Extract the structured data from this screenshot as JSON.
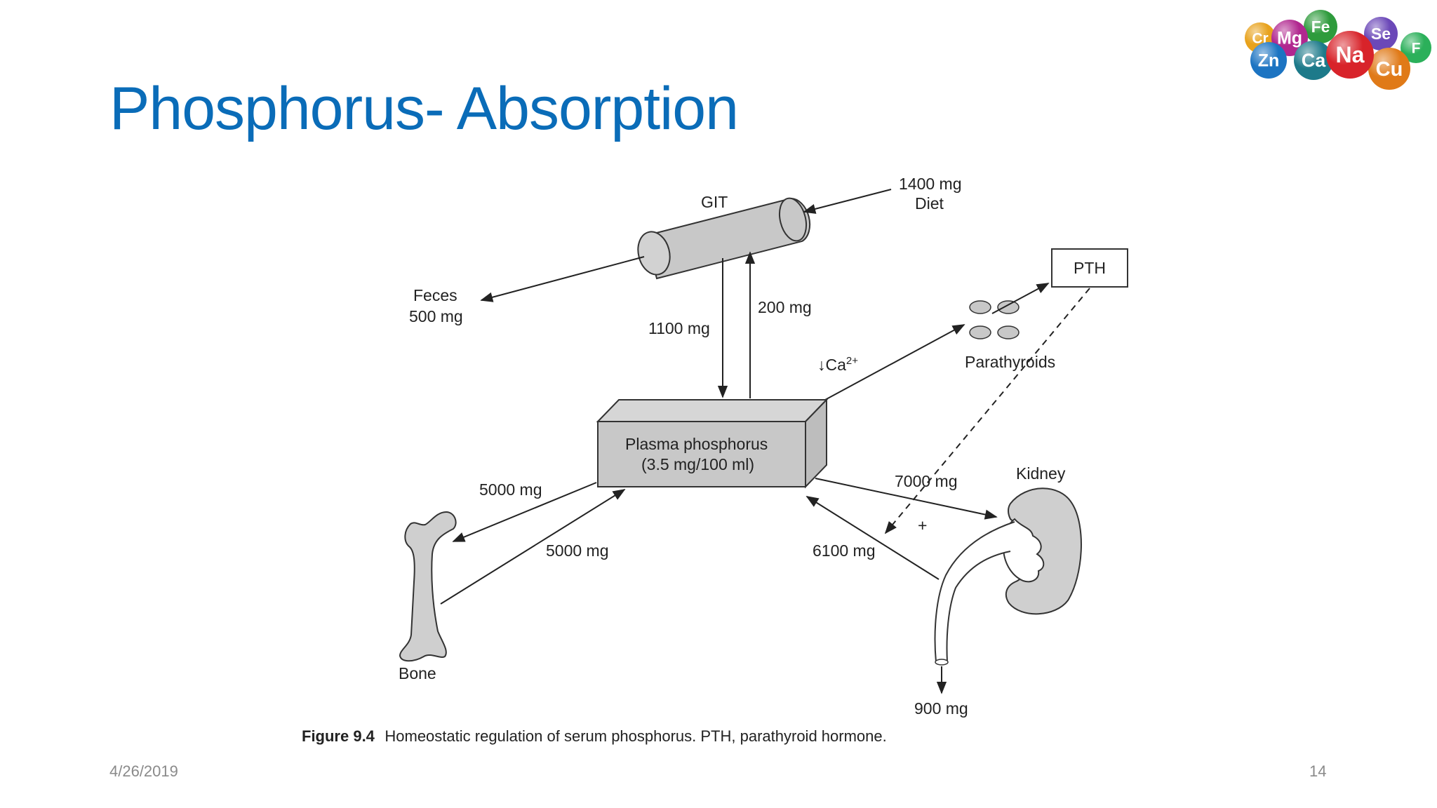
{
  "slide": {
    "title": "Phosphorus- Absorption",
    "date": "4/26/2019",
    "page_number": "14"
  },
  "logo": {
    "elements": [
      "Cr",
      "Mg",
      "Fe",
      "Se",
      "Zn",
      "Ca",
      "Na",
      "Cu",
      "F"
    ],
    "colors": {
      "Cr": "#e8a21c",
      "Mg": "#b1278f",
      "Fe": "#2e9b3c",
      "Se": "#6b48b8",
      "Zn": "#1c74c2",
      "Ca": "#1d7a8a",
      "Na": "#d8232a",
      "Cu": "#e07a18",
      "F": "#2bb05a"
    }
  },
  "diagram": {
    "git_label": "GIT",
    "diet_amount": "1400 mg",
    "diet_label": "Diet",
    "feces_label": "Feces",
    "feces_amount": "500 mg",
    "git_to_plasma": "1100 mg",
    "plasma_to_git": "200 mg",
    "calcium_label": "↓Ca",
    "calcium_charge": "2+",
    "pth_label": "PTH",
    "parathyroids_label": "Parathyroids",
    "plasma_line1": "Plasma phosphorus",
    "plasma_line2": "(3.5 mg/100 ml)",
    "plasma_to_bone": "5000 mg",
    "bone_to_plasma": "5000 mg",
    "bone_label": "Bone",
    "plasma_to_kidney": "7000 mg",
    "kidney_to_plasma": "6100 mg",
    "kidney_label": "Kidney",
    "pth_effect": "+",
    "urine_amount": "900 mg",
    "caption_bold": "Figure 9.4",
    "caption_text": "Homeostatic regulation of serum phosphorus. PTH, parathyroid hormone."
  }
}
